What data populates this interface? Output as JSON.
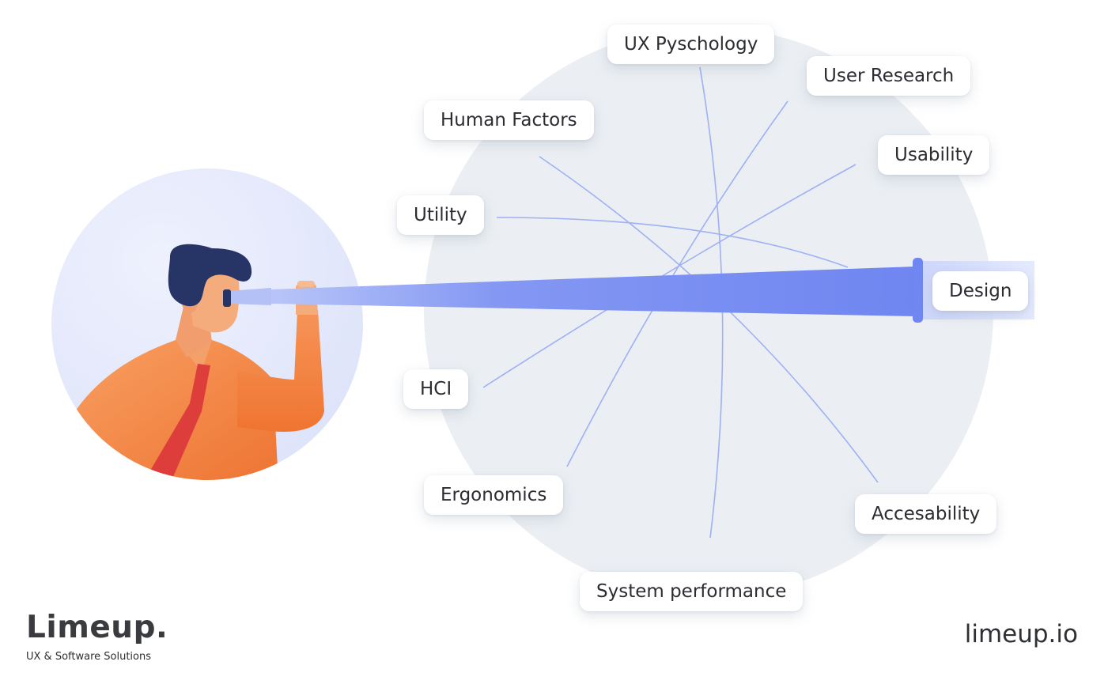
{
  "topics": [
    {
      "id": "ux-psychology",
      "label": "UX Pyschology"
    },
    {
      "id": "user-research",
      "label": "User Research"
    },
    {
      "id": "human-factors",
      "label": "Human Factors"
    },
    {
      "id": "usability",
      "label": "Usability"
    },
    {
      "id": "utility",
      "label": "Utility"
    },
    {
      "id": "design",
      "label": "Design"
    },
    {
      "id": "hci",
      "label": "HCI"
    },
    {
      "id": "ergonomics",
      "label": "Ergonomics"
    },
    {
      "id": "accesability",
      "label": "Accesability"
    },
    {
      "id": "system-performance",
      "label": "System performance"
    }
  ],
  "logo": {
    "name": "Limeup.",
    "tagline": "UX & Software Solutions"
  },
  "website": "limeup.io",
  "colors": {
    "big_circle": "#ebeff3",
    "avatar_circle": "#e4e8fb",
    "telescope": "#7b90f2",
    "connector_lines": "#9aabf2",
    "shirt": "#f48a45",
    "tie": "#dd3d3b",
    "hair": "#263566",
    "skin": "#f5ac7c"
  }
}
